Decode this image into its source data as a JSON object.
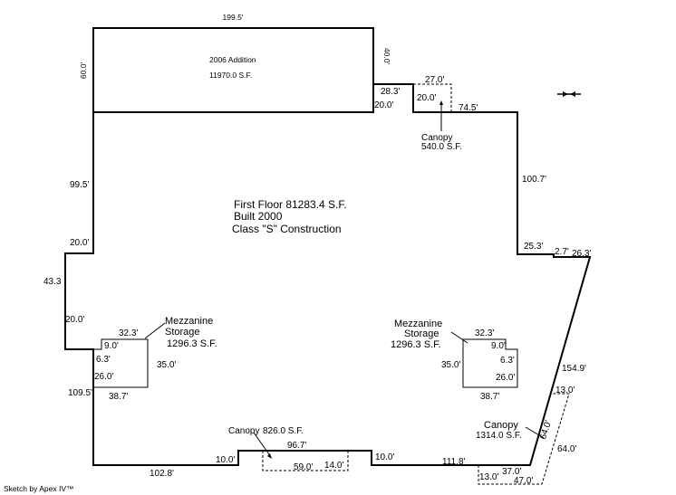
{
  "addition": {
    "title": "2006 Addition",
    "area": "11970.0 S.F.",
    "dims": {
      "top": "199.5'",
      "left": "60.0'",
      "right": "40.0'"
    }
  },
  "main": {
    "line1": "First Floor  81283.4 S.F.",
    "line2": "Built 2000",
    "line3": "Class \"S\" Construction"
  },
  "canopy_top": {
    "label": "Canopy",
    "area": "540.0 S.F.",
    "dims": {
      "width": "27.0'",
      "depth": "20.0'"
    }
  },
  "canopy_bottom": {
    "label": "Canopy",
    "area": "826.0 S.F.",
    "dims": {
      "width": "59.0'",
      "depth": "14.0'"
    }
  },
  "canopy_right": {
    "label": "Canopy",
    "area": "1314.0 S.F.",
    "dims": {
      "a": "13.0'",
      "b": "64.0'",
      "c": "64.0'",
      "d": "13.0'",
      "e": "37.0'",
      "f": "47.0'"
    }
  },
  "mezz_left": {
    "line1": "Mezzanine",
    "line2": "Storage",
    "area": "1296.3 S.F.",
    "dims": {
      "top": "32.3'",
      "small1": "9.0'",
      "small2": "6.3'",
      "inner": "26.0'",
      "right": "35.0'",
      "bottom": "38.7'"
    }
  },
  "mezz_right": {
    "line1": "Mezzanine",
    "line2": "Storage",
    "area": "1296.3 S.F.",
    "dims": {
      "top": "32.3'",
      "small1": "9.0'",
      "small2": "6.3'",
      "inner": "26.0'",
      "left": "35.0'",
      "bottom": "38.7'"
    }
  },
  "walls": {
    "w28_3": "28.3'",
    "w20_0a": "20.0'",
    "w74_5": "74.5'",
    "w100_7": "100.7'",
    "w25_3": "25.3'",
    "w2_7": "2.7'",
    "w26_3": "26.3'",
    "w154_9": "154.9'",
    "w99_5": "99.5'",
    "w20_0b": "20.0'",
    "w43_3": "43.3",
    "w20_0c": "20.0'",
    "w109_5": "109.5'",
    "w102_8": "102.8'",
    "w10_0a": "10.0'",
    "w96_7": "96.7'",
    "w10_0b": "10.0'",
    "w111_8": "111.8'"
  },
  "footer": {
    "credit": "Sketch by Apex IV™"
  },
  "icons": {
    "compass": "north-arrow-icon"
  }
}
